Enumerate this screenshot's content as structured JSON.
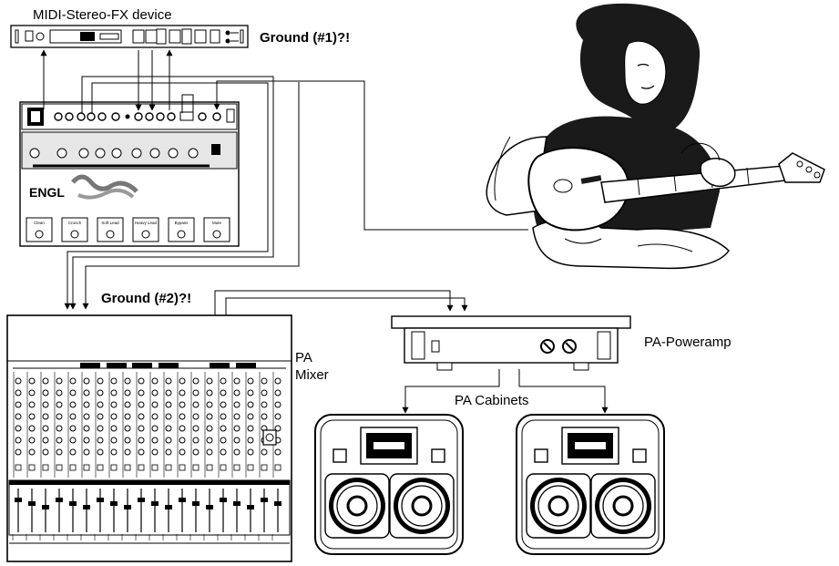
{
  "labels": {
    "fx_device": "MIDI-Stereo-FX device",
    "ground1": "Ground (#1)?!",
    "ground2": "Ground (#2)?!",
    "pa_poweramp": "PA-Poweramp",
    "pa_mixer_line1": "PA",
    "pa_mixer_line2": "Mixer",
    "pa_cabinets": "PA Cabinets",
    "amp_logo": "ENGL",
    "amp_buttons": [
      "Clean",
      "Crunch",
      "Soft Lead",
      "Heavy Lead",
      "Bypass",
      "Mute"
    ]
  },
  "colors": {
    "line": "#000000",
    "panel_fill": "#f2f2f2",
    "dark_fill": "#1a1a1a",
    "hair": "#1a1a1a",
    "skin": "#ffffff"
  },
  "icons": {
    "knob": "knob-icon",
    "footswitch": "footswitch-icon",
    "speaker": "speaker-cone-icon",
    "fader": "fader-icon"
  }
}
